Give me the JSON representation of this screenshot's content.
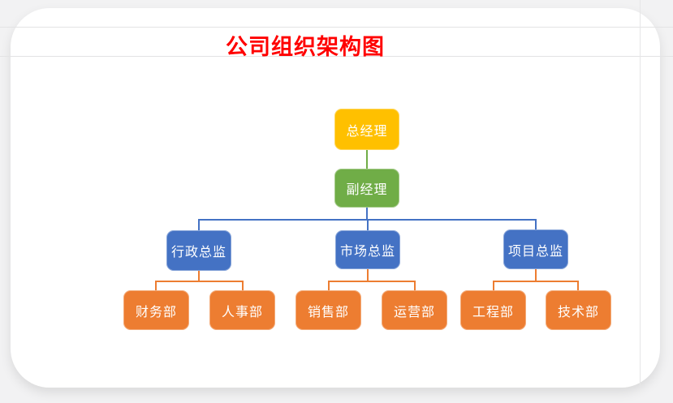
{
  "page": {
    "background": "#f2f2f3",
    "card_background": "#ffffff"
  },
  "header": {
    "title": "公司组织架构图",
    "title_color": "#FF0000"
  },
  "palette": {
    "level1_gold": "#FFC000",
    "level2_green": "#70AD47",
    "level3_blue": "#4472C4",
    "level4_orange": "#ED7D31",
    "node_text": "#FFFFFF",
    "gridline": "#E3E3E4"
  },
  "org_chart": {
    "type": "org-tree",
    "title": "公司组织架构图",
    "nodes": [
      {
        "id": "gm",
        "label": "总经理",
        "level": 1,
        "parent": null,
        "color": "#FFC000"
      },
      {
        "id": "dgm",
        "label": "副经理",
        "level": 2,
        "parent": "gm",
        "color": "#70AD47"
      },
      {
        "id": "admin",
        "label": "行政总监",
        "level": 3,
        "parent": "dgm",
        "color": "#4472C4"
      },
      {
        "id": "market",
        "label": "市场总监",
        "level": 3,
        "parent": "dgm",
        "color": "#4472C4"
      },
      {
        "id": "project",
        "label": "项目总监",
        "level": 3,
        "parent": "dgm",
        "color": "#4472C4"
      },
      {
        "id": "finance",
        "label": "财务部",
        "level": 4,
        "parent": "admin",
        "color": "#ED7D31"
      },
      {
        "id": "hr",
        "label": "人事部",
        "level": 4,
        "parent": "admin",
        "color": "#ED7D31"
      },
      {
        "id": "sales",
        "label": "销售部",
        "level": 4,
        "parent": "market",
        "color": "#ED7D31"
      },
      {
        "id": "ops",
        "label": "运营部",
        "level": 4,
        "parent": "market",
        "color": "#ED7D31"
      },
      {
        "id": "eng",
        "label": "工程部",
        "level": 4,
        "parent": "project",
        "color": "#ED7D31"
      },
      {
        "id": "tech",
        "label": "技术部",
        "level": 4,
        "parent": "project",
        "color": "#ED7D31"
      }
    ]
  }
}
